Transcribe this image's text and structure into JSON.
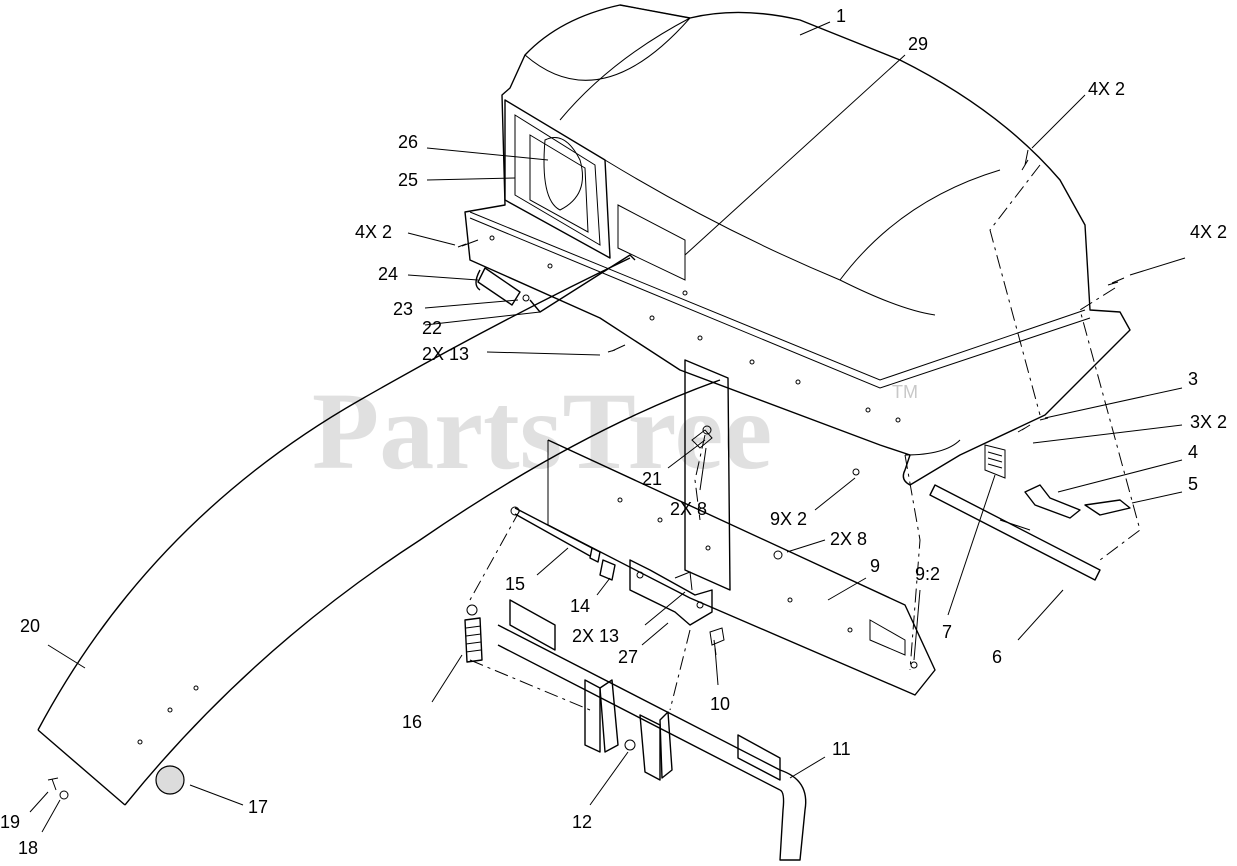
{
  "watermark": {
    "text": "PartsTree",
    "tm": "TM"
  },
  "callouts": [
    {
      "id": "c1",
      "text": "1"
    },
    {
      "id": "c29",
      "text": "29"
    },
    {
      "id": "c4x2a",
      "text": "4X 2"
    },
    {
      "id": "c26",
      "text": "26"
    },
    {
      "id": "c25",
      "text": "25"
    },
    {
      "id": "c4x2b",
      "text": "4X 2"
    },
    {
      "id": "c4x2c",
      "text": "4X 2"
    },
    {
      "id": "c24",
      "text": "24"
    },
    {
      "id": "c23",
      "text": "23"
    },
    {
      "id": "c22",
      "text": "22"
    },
    {
      "id": "c2x13a",
      "text": "2X 13"
    },
    {
      "id": "c3",
      "text": "3"
    },
    {
      "id": "c3x2",
      "text": "3X 2"
    },
    {
      "id": "c4",
      "text": "4"
    },
    {
      "id": "c5",
      "text": "5"
    },
    {
      "id": "c21",
      "text": "21"
    },
    {
      "id": "c2x8a",
      "text": "2X 8"
    },
    {
      "id": "c9x2",
      "text": "9X 2"
    },
    {
      "id": "c2x8b",
      "text": "2X 8"
    },
    {
      "id": "c9",
      "text": "9"
    },
    {
      "id": "c92",
      "text": "9:2"
    },
    {
      "id": "c7",
      "text": "7"
    },
    {
      "id": "c6",
      "text": "6"
    },
    {
      "id": "c15",
      "text": "15"
    },
    {
      "id": "c14",
      "text": "14"
    },
    {
      "id": "c2x13b",
      "text": "2X 13"
    },
    {
      "id": "c27",
      "text": "27"
    },
    {
      "id": "c10",
      "text": "10"
    },
    {
      "id": "c20",
      "text": "20"
    },
    {
      "id": "c16",
      "text": "16"
    },
    {
      "id": "c11",
      "text": "11"
    },
    {
      "id": "c12",
      "text": "12"
    },
    {
      "id": "c17",
      "text": "17"
    },
    {
      "id": "c19",
      "text": "19"
    },
    {
      "id": "c18",
      "text": "18"
    }
  ]
}
